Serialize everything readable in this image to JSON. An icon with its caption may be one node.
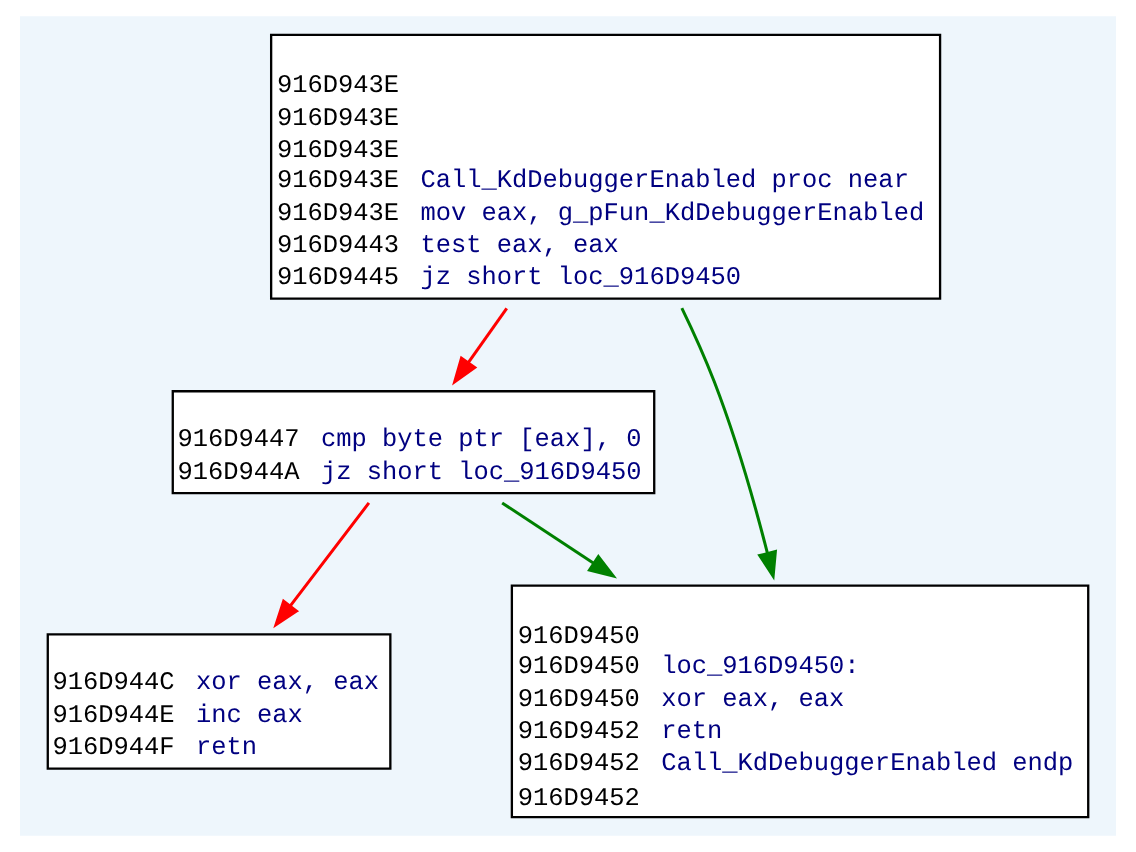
{
  "diagram": {
    "nodes": [
      {
        "text": [
          "916D943E",
          "916D943E",
          "916D943E",
          "916D943E Call_KdDebuggerEnabled proc near",
          "916D943E mov eax, g_pFun_KdDebuggerEnabled",
          "916D9443 test eax, eax",
          "916D9445 jz short loc_916D9450"
        ]
      },
      {
        "text": [
          "916D9447 cmp byte ptr [eax], 0",
          "916D944A jz short loc_916D9450"
        ]
      },
      {
        "text": [
          "916D944C xor eax, eax",
          "916D944E inc eax",
          "916D944F retn"
        ]
      },
      {
        "text": [
          "916D9450",
          "916D9450 loc_916D9450:",
          "916D9450 xor eax, eax",
          "916D9452 retn",
          "916D9452 Call_KdDebuggerEnabled endp",
          "916D9452"
        ]
      }
    ],
    "edges": [
      {
        "from": 0,
        "to": 1,
        "arrow": "to",
        "color": "#ff0000"
      },
      {
        "from": 0,
        "to": 3,
        "arrow": "to",
        "color": "#008000"
      },
      {
        "from": 1,
        "to": 2,
        "arrow": "to",
        "color": "#ff0000"
      },
      {
        "from": 1,
        "to": 3,
        "arrow": "to",
        "color": "#008000"
      }
    ]
  }
}
